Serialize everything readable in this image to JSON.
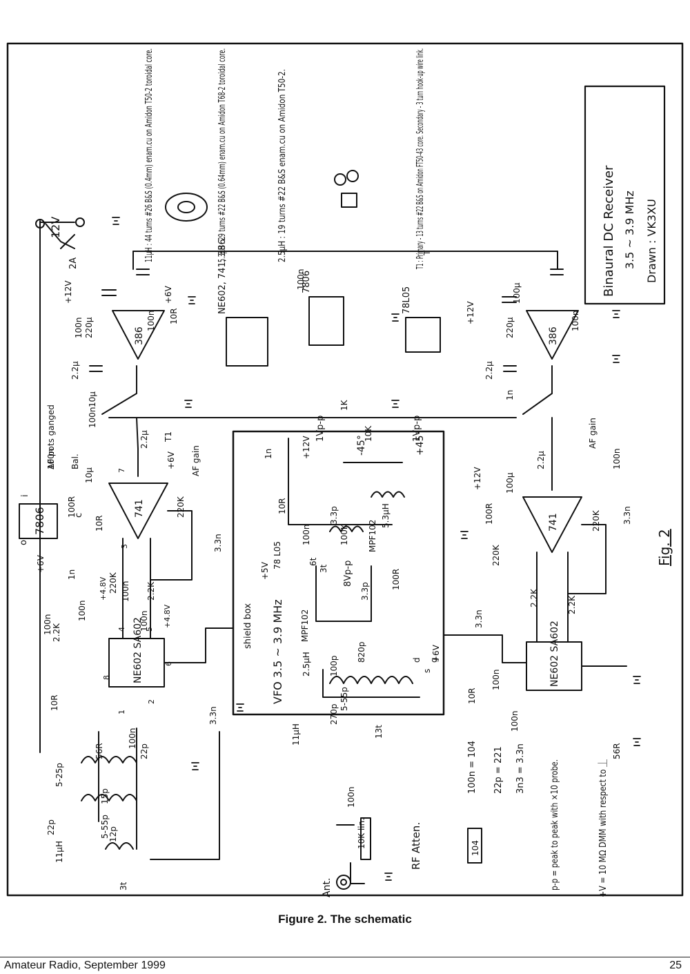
{
  "schematic": {
    "title_block": {
      "title": "Binaural DC Receiver",
      "band": "3.5 ~ 3.9 MHz",
      "drawn": "Drawn : VK3XU"
    },
    "coil_notes": [
      "11µH : 44 turns #26 B&S (0.4mm) enam.cu on Amidon T50-2 toroidal core.",
      "5.3µH : 29 turns #22 B&S (0.64mm) enam.cu on Amidon T68-2 toroidal core.",
      "2.5µH : 19 turns #22 B&S enam.cu on Amidon T50-2.",
      "T1 : Primary - 13 turns #22 B&S on Amidon FT50-43 core. Secondary - 3 turn hook-up wire link."
    ],
    "legend": [
      "100n = 104",
      "22p = 221",
      "3n3 = 3.3n",
      "p-p = peak to peak with ×10 probe.",
      "+V = 10 MΩ DMM with respect to ⏊"
    ],
    "ic_labels": {
      "reg_left": "7806",
      "reg_78l05": "78 L05",
      "mixer_left": "NE602 SA602",
      "mixer_right": "NE602 SA602",
      "opamp_left": "741",
      "opamp_right": "741",
      "amp_left": "386",
      "amp_right": "386",
      "jfet_a": "MPF102",
      "jfet_b": "MPF102",
      "pkg_ne602": "NE602, 741, 386.",
      "pkg_7806": "7806",
      "pkg_78l05": "78L05",
      "pin_i": "i",
      "pin_c": "c",
      "pin_o": "o"
    },
    "supply": {
      "v12": "12V",
      "fuse": "2A",
      "plus12a": "+12V",
      "plus12b": "+12V",
      "plus12c": "+12V",
      "plus12d": "+12V",
      "plus6a": "+6V",
      "plus6b": "+6V",
      "plus6c": "+6V",
      "plus6d": "+6V",
      "plus5": "+5V",
      "plus48a": "+4.8V",
      "plus48b": "+4.8V"
    },
    "components": [
      "100n",
      "100n",
      "100n",
      "100n",
      "100n",
      "100n",
      "100n",
      "100n",
      "100n",
      "100n",
      "100n",
      "100n",
      "100n",
      "100n",
      "100n",
      "100n",
      "10R",
      "10R",
      "10R",
      "10R",
      "10R",
      "100R",
      "100R",
      "2.2µ",
      "2.2µ",
      "2.2µ",
      "2.2µ",
      "220µ",
      "220µ",
      "100µ",
      "100µ",
      "10µ",
      "10µ",
      "1n",
      "1n",
      "1n",
      "220K",
      "220K",
      "220K",
      "220K",
      "2.2K",
      "2.2K",
      "2.2K",
      "2.2K",
      "3.3n",
      "3.3n",
      "3.3n",
      "3.3n",
      "56R",
      "56R",
      "22p",
      "22p",
      "12p",
      "15p",
      "5-55p",
      "5-55p",
      "5-25p",
      "11µH",
      "11µH",
      "5.3µH",
      "2.5µH",
      "3.3p",
      "3.3p",
      "820p",
      "270p",
      "100p",
      "100R",
      "100K",
      "3t",
      "3t",
      "13t",
      "6t",
      "T",
      "T1",
      "10K",
      "10K lin.",
      "1K",
      "Bal.",
      "AF gain",
      "AF gain",
      "AF pots ganged"
    ],
    "annotations": {
      "vfo": "VFO 3.5 ~ 3.9 MHz",
      "shield": "shield box",
      "phase_a": "-45°",
      "phase_b": "+45°",
      "vpp_a": "1Vp-p",
      "vpp_b": "1Vp-p",
      "vpp_c": "8Vp-p",
      "rf_atten": "RF Atten.",
      "ant": "Ant.",
      "cap_marking": "104",
      "pin_d": "d",
      "pin_s": "s",
      "pin_g": "g",
      "fig": "Fig. 2"
    },
    "pin_numbers": [
      "1",
      "2",
      "3",
      "4",
      "5",
      "6",
      "7",
      "8"
    ]
  },
  "caption": "Figure 2. The schematic",
  "footer": {
    "publication": "Amateur Radio, September 1999",
    "page_number": "25"
  }
}
